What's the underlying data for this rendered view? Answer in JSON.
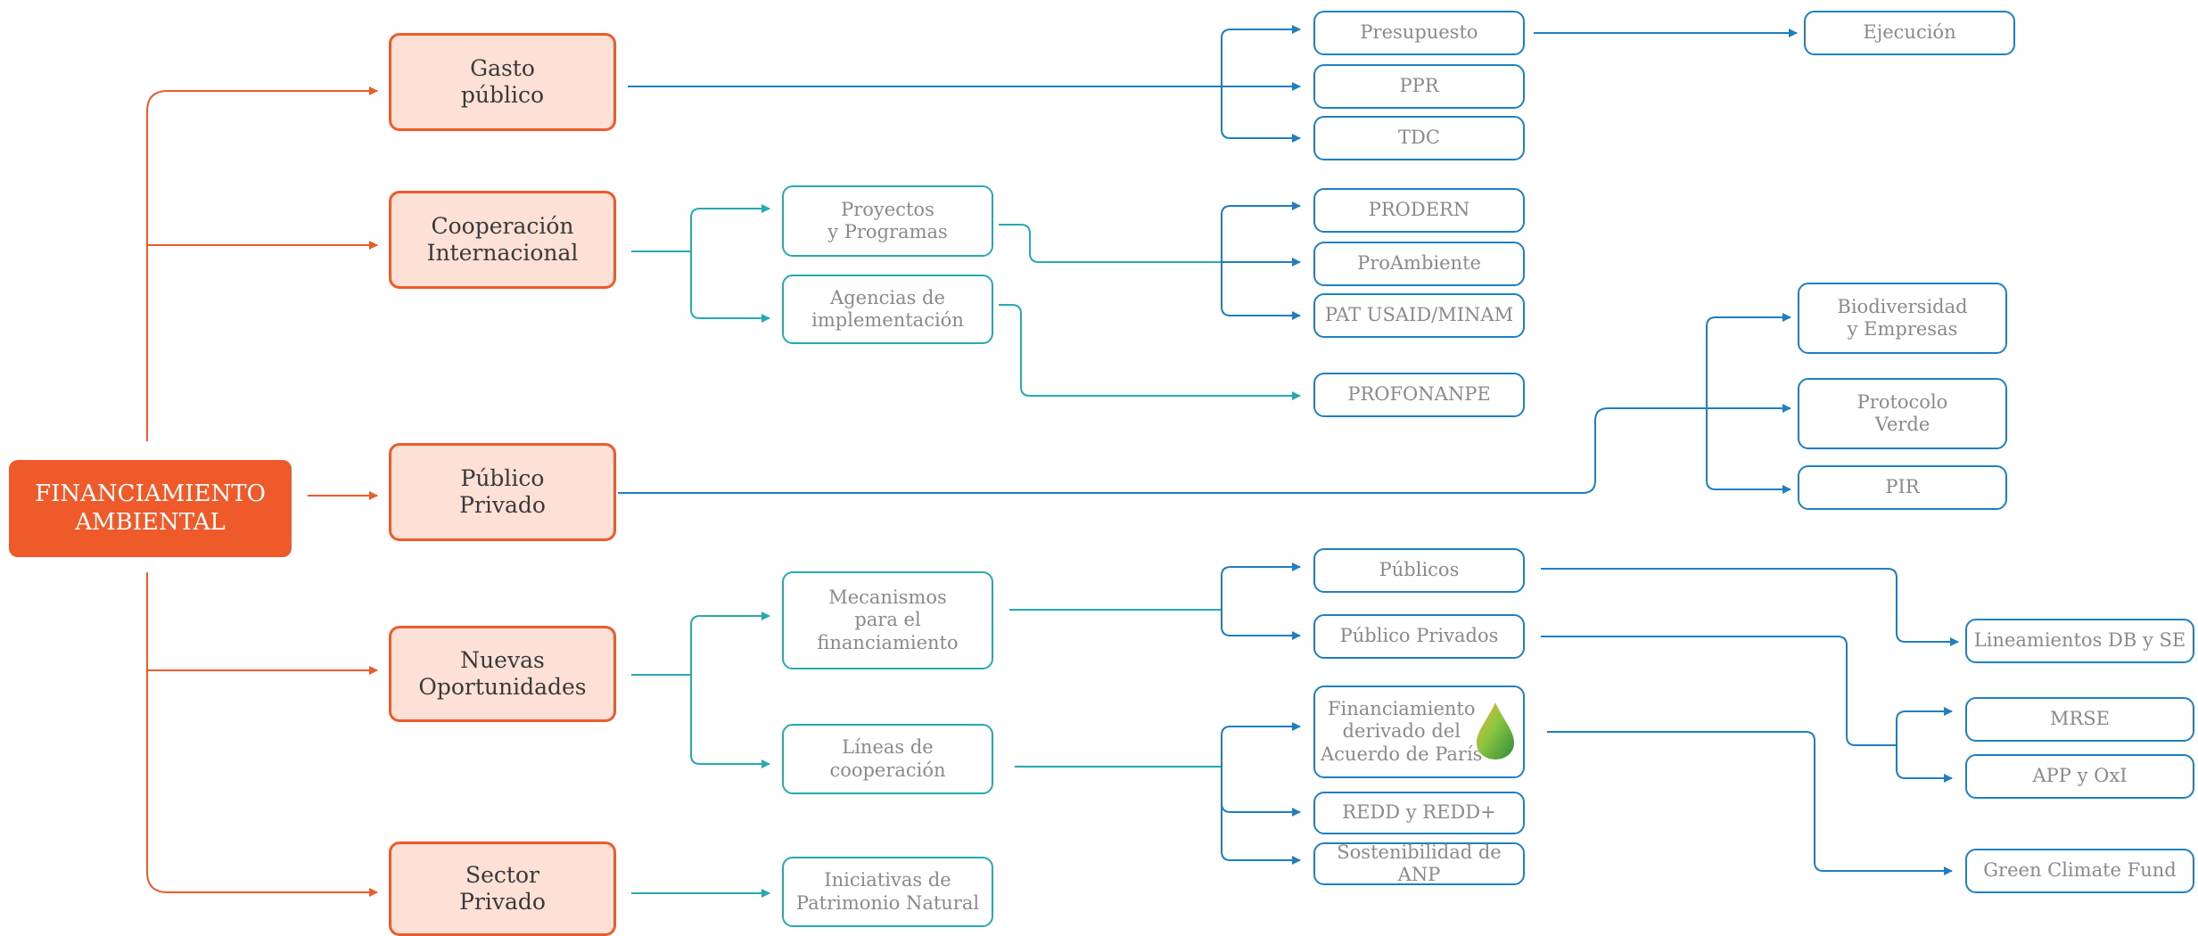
{
  "colors": {
    "orange": "#ef5a2b",
    "orange_fill": "#fde0d6",
    "teal": "#27a9b4",
    "blue": "#1e7fc3",
    "text_gray": "#8a8a8a"
  },
  "root": "FINANCIAMIENTO\nAMBIENTAL",
  "categories": {
    "gasto": "Gasto\npúblico",
    "cooperacion": "Cooperación\nInternacional",
    "publico_privado": "Público\nPrivado",
    "nuevas": "Nuevas\nOportunidades",
    "sector": "Sector\nPrivado"
  },
  "mid": {
    "proyectos": "Proyectos\ny Programas",
    "agencias": "Agencias de\nimplementación",
    "mecanismos": "Mecanismos\npara el\nfinanciamiento",
    "lineas": "Líneas de\ncooperación",
    "iniciativas": "Iniciativas de\nPatrimonio Natural"
  },
  "leaves": {
    "presupuesto": "Presupuesto",
    "ppr": "PPR",
    "tdc": "TDC",
    "prodern": "PRODERN",
    "proambiente": "ProAmbiente",
    "pat": "PAT USAID/MINAM",
    "profonanpe": "PROFONANPE",
    "publicos": "Públicos",
    "publico_privados": "Público Privados",
    "acuerdo": "Financiamiento\nderivado del\nAcuerdo de París",
    "redd": "REDD y REDD+",
    "anp": "Sostenibilidad de ANP"
  },
  "far": {
    "ejecucion": "Ejecución",
    "biodiversidad": "Biodiversidad\ny Empresas",
    "protocolo": "Protocolo\nVerde",
    "pir": "PIR",
    "lineamientos": "Lineamientos DB y SE",
    "mrse": "MRSE",
    "app": "APP y OxI",
    "gcf": "Green Climate Fund"
  },
  "icons": {
    "acuerdo_logo": "green-drop-icon"
  }
}
